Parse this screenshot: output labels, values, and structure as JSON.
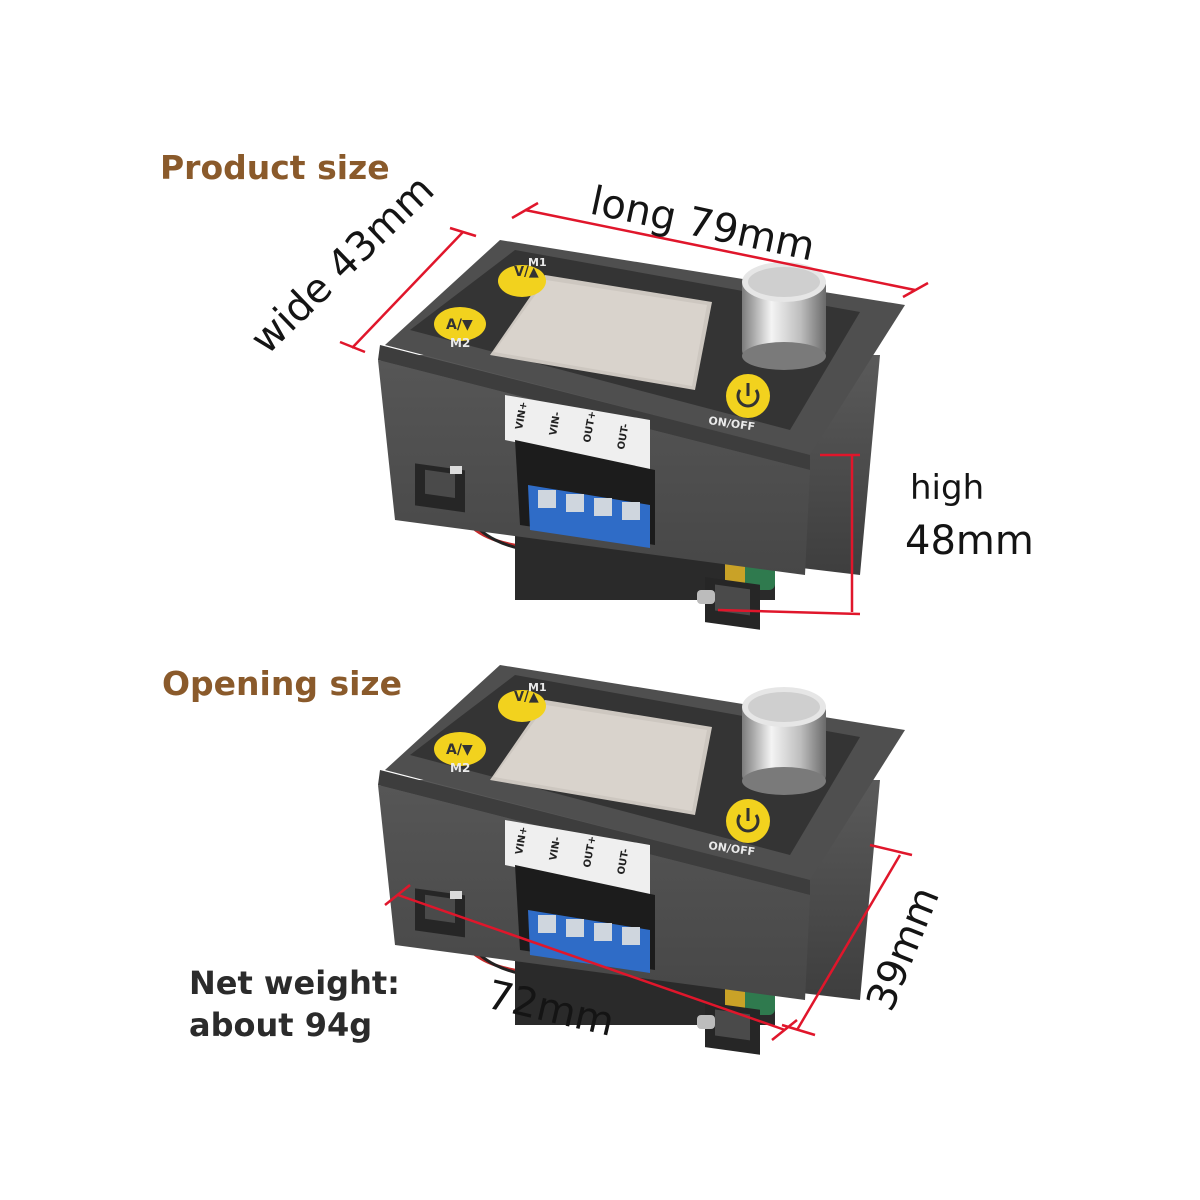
{
  "sections": {
    "product_size_heading": "Product size",
    "opening_size_heading": "Opening size"
  },
  "product_dimensions": {
    "length": "long  79mm",
    "width": "wide 43mm",
    "height_word": "high",
    "height_value": "48mm"
  },
  "opening_dimensions": {
    "width": "72mm",
    "height": "39mm"
  },
  "weight": {
    "label": "Net weight:",
    "value": "about 94g"
  },
  "device_labels": {
    "btn_top_tag": "M1",
    "btn_top_symbol": "V/▲",
    "btn_bottom_symbol": "A/▼",
    "btn_bottom_tag": "M2",
    "power_label": "ON/OFF",
    "terminals": [
      "VIN+",
      "VIN-",
      "OUT+",
      "OUT-"
    ]
  },
  "colors": {
    "heading": "#8a5a2b",
    "dimension_line": "#e0162b",
    "device_body": "#4c4c4c",
    "screen": "#cfc9c2",
    "button": "#f2d21e",
    "terminal_block": "#2f6cc7"
  }
}
